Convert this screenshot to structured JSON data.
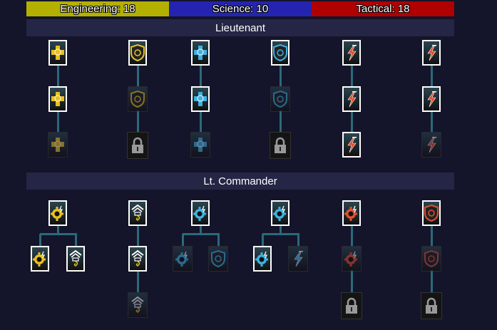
{
  "header": {
    "segments": [
      {
        "label": "Engineering: 18",
        "color": "#b4b000"
      },
      {
        "label": "Science: 10",
        "color": "#2424b0"
      },
      {
        "label": "Tactical: 18",
        "color": "#b00000"
      }
    ]
  },
  "ranks": [
    {
      "title": "Lieutenant"
    },
    {
      "title": "Lt. Commander"
    }
  ],
  "colors": {
    "engineering": "#e8c020",
    "science": "#40b0e0",
    "tactical": "#e05030",
    "connector": "#2a6a7a",
    "background": "#14142a",
    "rank_bar": "#252645"
  },
  "skills": {
    "lieutenant": [
      {
        "column": 1,
        "type": "engineering",
        "icon": "engineering-cross-icon",
        "tiers": [
          "active",
          "active",
          "dim"
        ]
      },
      {
        "column": 2,
        "type": "engineering",
        "icon": "engineering-shield-icon",
        "tiers": [
          "active",
          "dim",
          "locked"
        ]
      },
      {
        "column": 3,
        "type": "science",
        "icon": "science-cross-icon",
        "tiers": [
          "active",
          "active",
          "dim"
        ]
      },
      {
        "column": 4,
        "type": "science",
        "icon": "science-shield-icon",
        "tiers": [
          "active",
          "dim",
          "locked"
        ]
      },
      {
        "column": 5,
        "type": "tactical",
        "icon": "tactical-lightning-icon",
        "tiers": [
          "active",
          "active",
          "active"
        ]
      },
      {
        "column": 6,
        "type": "tactical",
        "icon": "tactical-lightning-icon",
        "tiers": [
          "active",
          "active",
          "dim"
        ]
      }
    ],
    "lt_commander": [
      {
        "column": 1,
        "type": "engineering",
        "icon": "engineering-gear-icon",
        "root": "active",
        "children": [
          {
            "icon": "engineering-gear-icon",
            "state": "active"
          },
          {
            "icon": "engineering-tower-icon",
            "state": "active"
          }
        ]
      },
      {
        "column": 2,
        "type": "engineering",
        "icon": "engineering-tower-icon",
        "tiers": [
          "active",
          "active",
          "dim"
        ]
      },
      {
        "column": 3,
        "type": "science",
        "icon": "science-gear-icon",
        "root": "active",
        "children": [
          {
            "icon": "science-gear-icon",
            "state": "dim"
          },
          {
            "icon": "science-shield-icon",
            "state": "dim"
          }
        ]
      },
      {
        "column": 4,
        "type": "science",
        "icon": "science-gear-icon",
        "root": "active",
        "children": [
          {
            "icon": "science-gear-icon",
            "state": "active"
          },
          {
            "icon": "science-lightning-icon",
            "state": "dim"
          }
        ]
      },
      {
        "column": 5,
        "type": "tactical",
        "icon": "tactical-gear-icon",
        "tiers": [
          "active",
          "dim",
          "locked"
        ]
      },
      {
        "column": 6,
        "type": "tactical",
        "icon": "tactical-shield-icon",
        "tiers": [
          "active",
          "dim",
          "locked"
        ]
      }
    ]
  }
}
